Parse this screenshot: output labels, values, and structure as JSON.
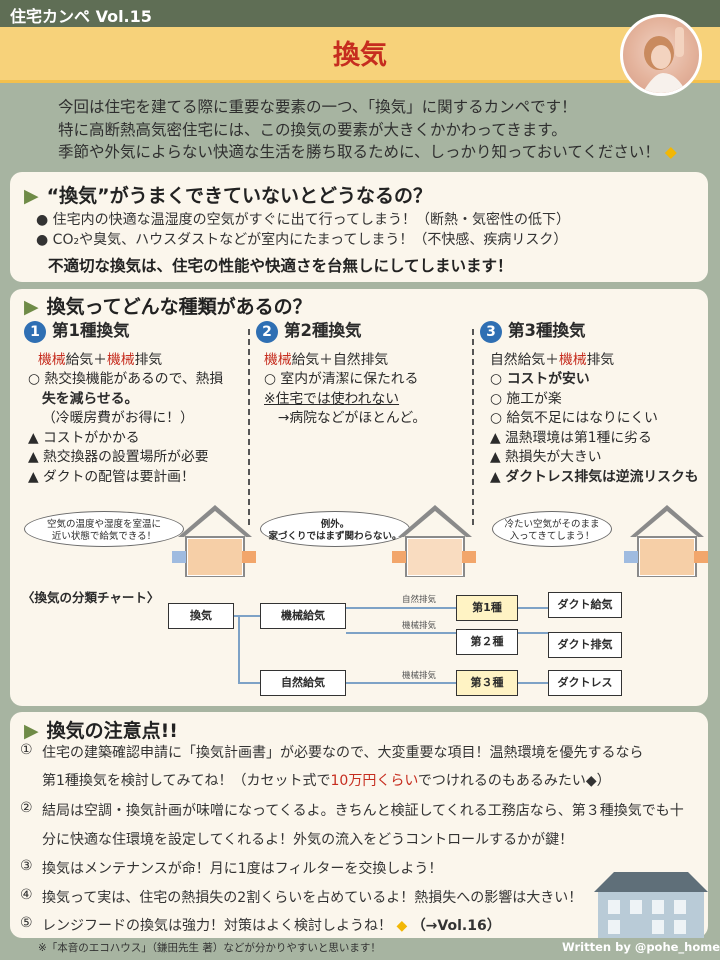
{
  "header": {
    "series": "住宅カンペ Vol.15",
    "title": "換気"
  },
  "intro": {
    "line1": "今回は住宅を建てる際に重要な要素の一つ、「換気」に関するカンペです！",
    "line2": "特に高断熱高気密住宅には、この換気の要素が大きくかかわってきます。",
    "line3": "季節や外気によらない快適な生活を勝ち取るために、しっかり知っておいてください！",
    "diamond": "◆"
  },
  "problem": {
    "heading": "“換気”がうまくできていないとどうなるの？",
    "bullet1": "●  住宅内の快適な温湿度の空気がすぐに出て行ってしまう！（断熱・気密性の低下）",
    "bullet2": "●  CO₂や臭気、ハウスダストなどが室内にたまってしまう！（不快感、疾病リスク）",
    "conclusion": "不適切な換気は、住宅の性能や快適さを台無しにしてしまいます！"
  },
  "types": {
    "heading": "換気ってどんな種類があるの？",
    "type1": {
      "num": "1",
      "title": "第1種換気",
      "a": "機械",
      "b": "給気＋",
      "c": "機械",
      "d": "排気",
      "lines": [
        "○ 熱交換機能があるので、熱損",
        "失を減らせる。",
        "（冷暖房費がお得に！）",
        "▲ コストがかかる",
        "▲ 熱交換器の設置場所が必要",
        "▲ ダクトの配管は要計画！"
      ],
      "bubble1": "空気の温度や湿度を室温に",
      "bubble2": "近い状態で給気できる！"
    },
    "type2": {
      "num": "2",
      "title": "第2種換気",
      "a": "機械",
      "b": "給気＋自然排気",
      "lines": [
        "○ 室内が清潔に保たれる",
        "※住宅では使われない",
        "　→病院などがほとんど。"
      ],
      "bubble1": "例外。",
      "bubble2": "家づくりではまず関わらない。"
    },
    "type3": {
      "num": "3",
      "title": "第3種換気",
      "a": "自然給気＋",
      "b": "機械",
      "c": "排気",
      "lines": [
        "○ コストが安い",
        "○ 施工が楽",
        "○ 給気不足にはなりにくい",
        "▲ 温熱環境は第1種に劣る",
        "▲ 熱損失が大きい",
        "▲ ダクトレス排気は逆流リスクも"
      ],
      "bubble1": "冷たい空気がそのまま",
      "bubble2": "入ってきてしまう！"
    }
  },
  "chart": {
    "label": "〈換気の分類チャート〉",
    "root": "換気",
    "mech": "機械給気",
    "natural": "自然給気",
    "t1": "第1種",
    "t2": "第２種",
    "t3": "第３種",
    "e1": "自然排気",
    "e2": "機械排気",
    "e3": "機械排気",
    "d1": "ダクト給気",
    "d2": "ダクト排気",
    "d3": "ダクトレス"
  },
  "tips": {
    "heading": "換気の注意点!!",
    "items": [
      {
        "n": "①",
        "a": "住宅の建築確認申請に「換気計画書」が必要なので、大変重要な項目！温熱環境を優先するなら",
        "b": "第1種換気を検討してみてね！（カセット式で",
        "c": "10万円くらい",
        "d": "でつけれるのもあるみたい◆）"
      },
      {
        "n": "②",
        "a": "結局は空調・換気計画が味噌になってくるよ。きちんと検証してくれる工務店なら、第３種換気でも十",
        "b": "分に快適な住環境を設定してくれるよ！外気の流入をどうコントロールするかが鍵！"
      },
      {
        "n": "③",
        "a": "換気はメンテナンスが命！月に1度はフィルターを交換しよう！"
      },
      {
        "n": "④",
        "a": "換気って実は、住宅の熱損失の2割くらいを占めているよ！熱損失への影響は大きい！"
      },
      {
        "n": "⑤",
        "a": "レンジフードの換気は強力！対策はよく検討しようね！",
        "b": "◆",
        "c": "（→Vol.16）"
      }
    ]
  },
  "footer": {
    "note": "※「本音のエコハウス」（鎌田先生 著）などが分かりやすいと思います！",
    "credit": "Written by @pohe_home"
  },
  "colors": {
    "accent": "#c62d1f",
    "band": "#f7d27a",
    "bg": "#a7b4a1",
    "card": "#fbf6ec",
    "number": "#2f6fb3"
  }
}
